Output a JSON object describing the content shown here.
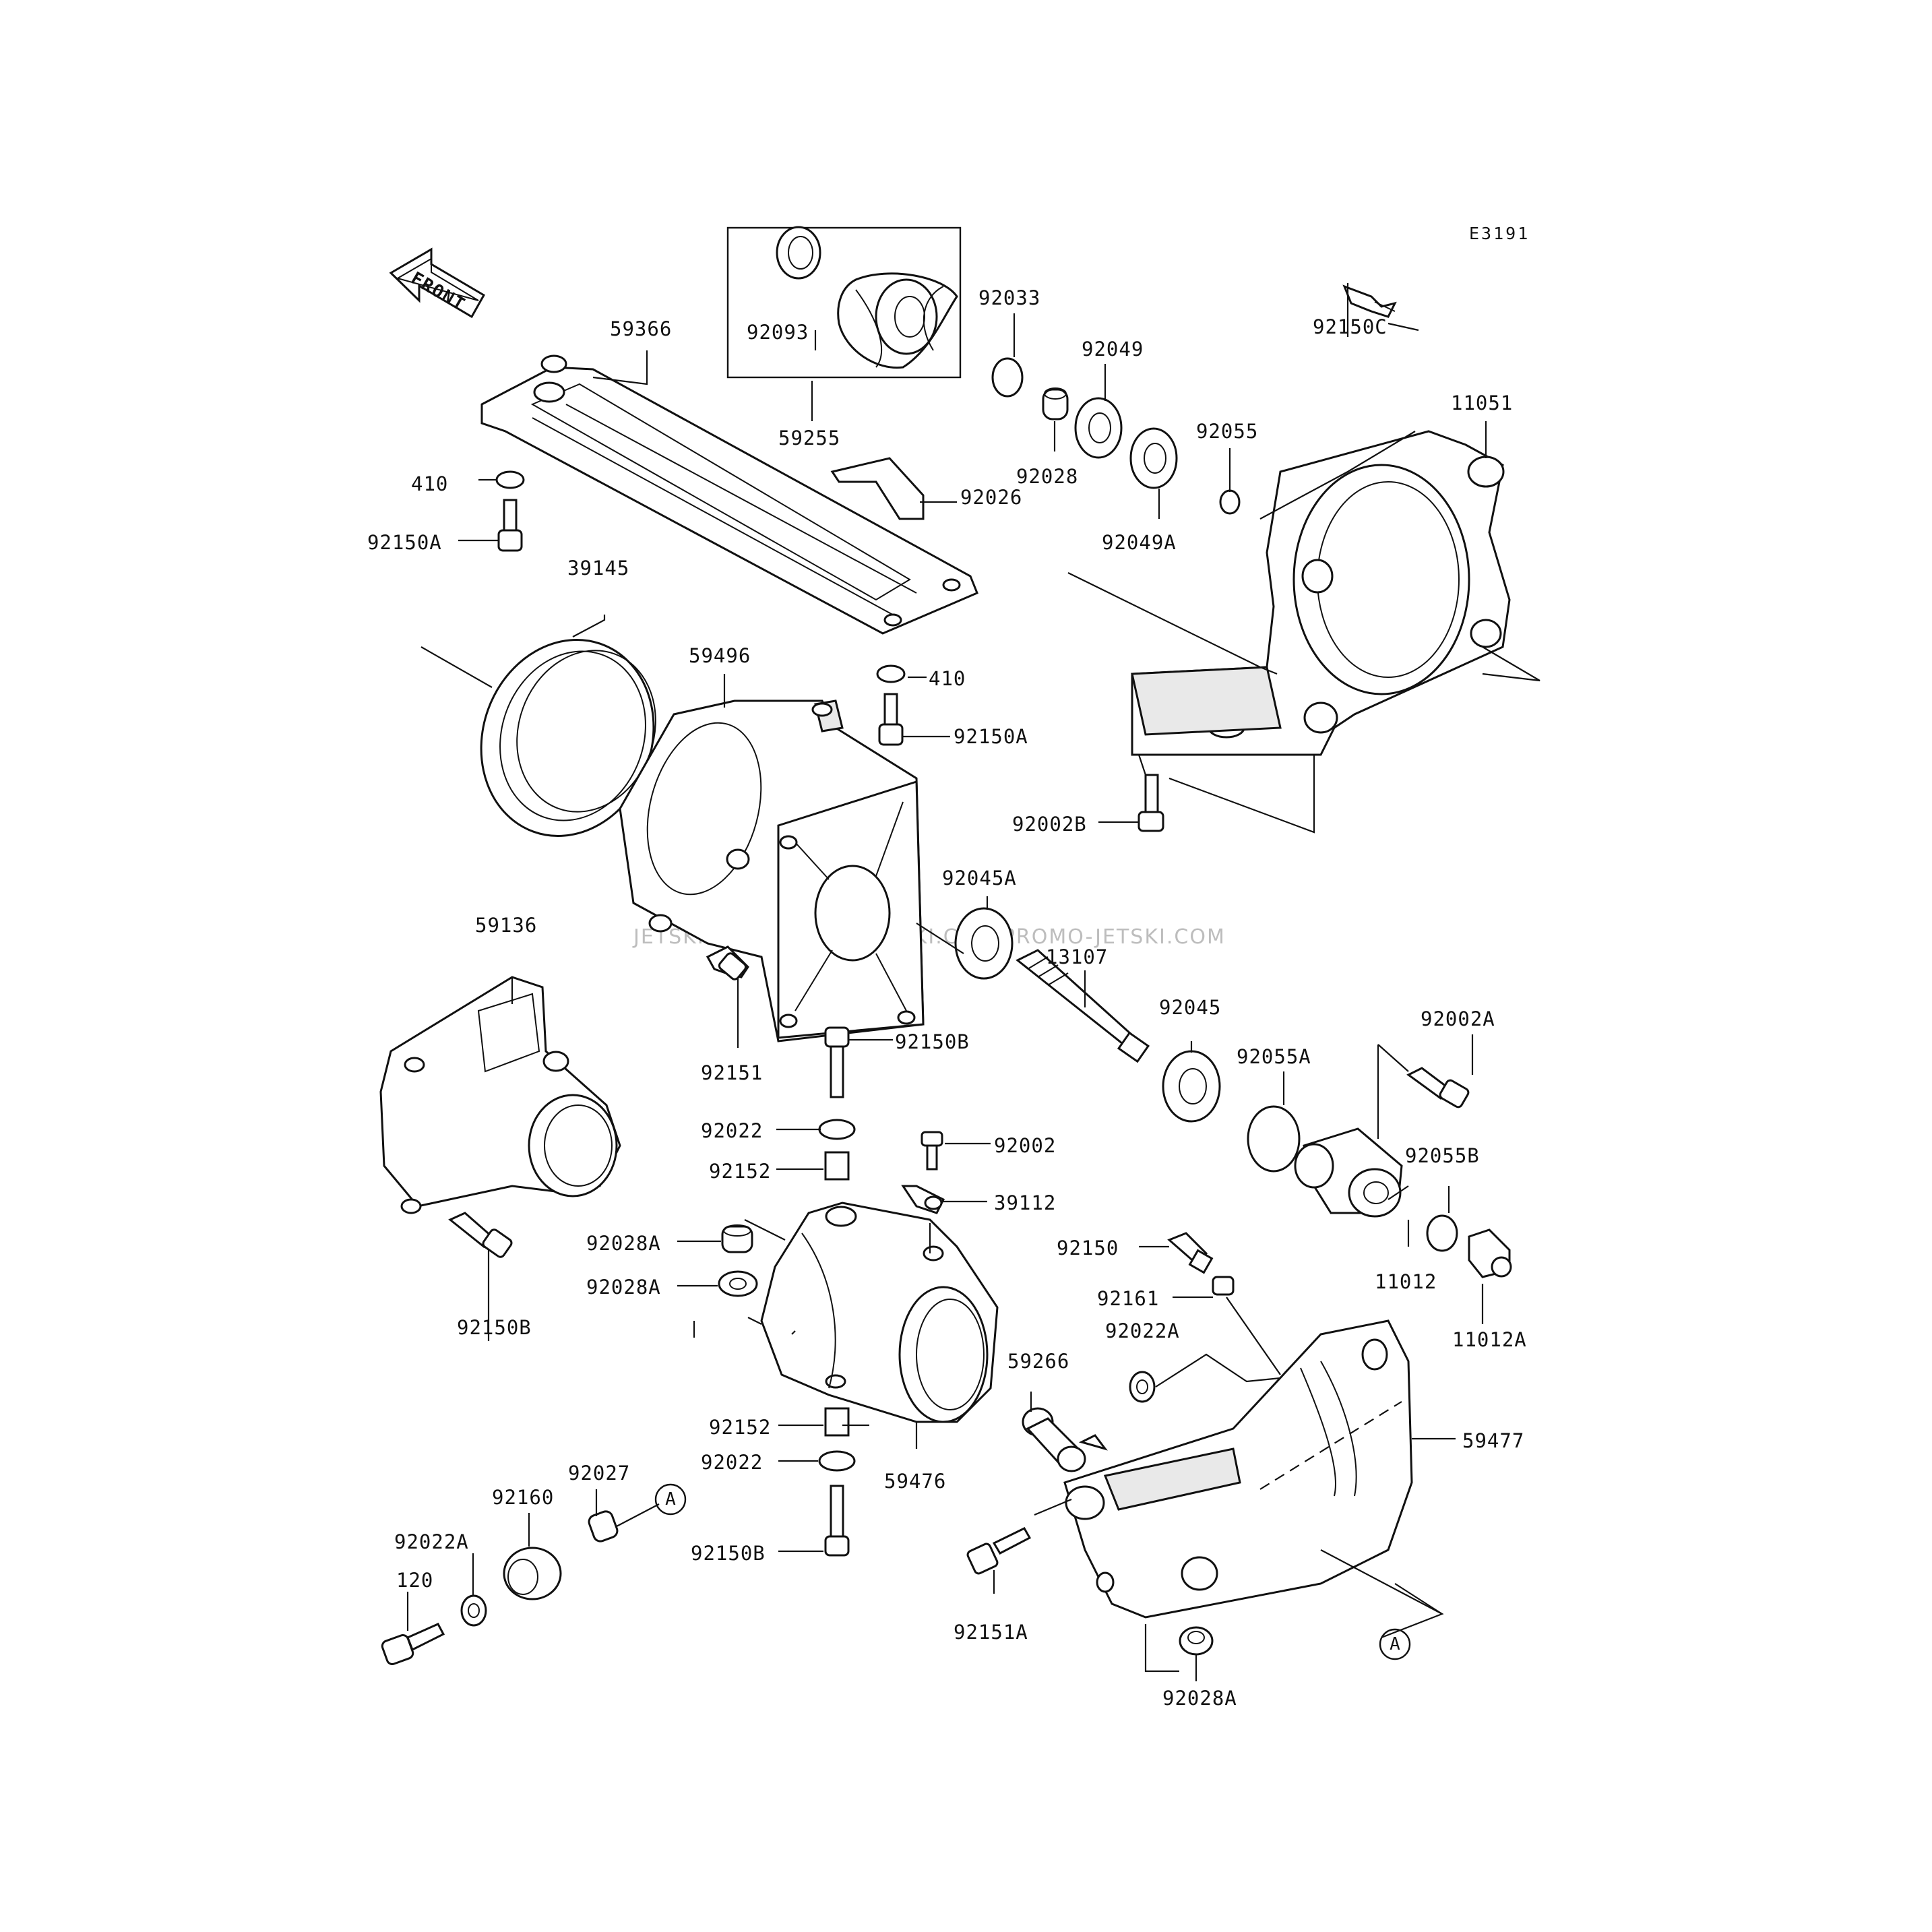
{
  "diagram_code": "E3191",
  "front_label": "FRONT",
  "watermark": "JETSKI.COM PROMO-JETSKI.COM PROMO-JETSKI.COM",
  "callout": "A",
  "parts": {
    "p59366": "59366",
    "p92093": "92093",
    "p59255": "59255",
    "p92033": "92033",
    "p92049": "92049",
    "p92028": "92028",
    "p92026": "92026",
    "p92049A": "92049A",
    "p92055": "92055",
    "p92150C": "92150C",
    "p11051": "11051",
    "p410_top": "410",
    "p92150A_top": "92150A",
    "p39145": "39145",
    "p59496": "59496",
    "p410_mid": "410",
    "p92150A_mid": "92150A",
    "p92002B": "92002B",
    "p92045A": "92045A",
    "p59136": "59136",
    "p13107": "13107",
    "p92045": "92045",
    "p92151": "92151",
    "p92150B_top": "92150B",
    "p92002A": "92002A",
    "p92055A": "92055A",
    "p92022_top": "92022",
    "p92002": "92002",
    "p92055B": "92055B",
    "p92152_top": "92152",
    "p39112": "39112",
    "p92028A_1": "92028A",
    "p92150": "92150",
    "p11012": "11012",
    "p92028A_2": "92028A",
    "p92161": "92161",
    "p11012A": "11012A",
    "p92150B_left": "92150B",
    "p92022A_right": "92022A",
    "p59266": "59266",
    "p59477": "59477",
    "p92152_bot": "92152",
    "p92022_bot": "92022",
    "p59476": "59476",
    "p92027": "92027",
    "p92160": "92160",
    "p92022A_left": "92022A",
    "p92150B_bot": "92150B",
    "p120": "120",
    "p92151A": "92151A",
    "p92028A_bot": "92028A"
  }
}
